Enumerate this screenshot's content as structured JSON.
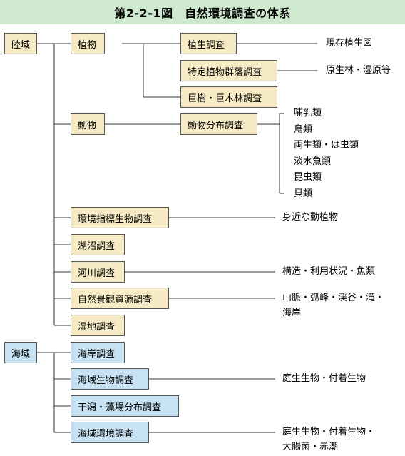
{
  "title": "第2-2-1図　自然環境調査の体系",
  "colors": {
    "title_bg": "#cfe9cf",
    "land": "#f6ebc4",
    "sea": "#c7e3f3",
    "line": "#333333"
  },
  "land": {
    "root": "陸域",
    "plants": "植物",
    "veg_survey": "植生調査",
    "veg_result": "現存植生図",
    "specific_plant": "特定植物群落調査",
    "specific_result": "原生林・湿原等",
    "giant_tree": "巨樹・巨木林調査",
    "animals": "動物",
    "animal_dist": "動物分布調査",
    "animal_items": [
      "哺乳類",
      "鳥類",
      "両生類・は虫類",
      "淡水魚類",
      "昆虫類",
      "貝類"
    ],
    "indicator": "環境指標生物調査",
    "indicator_result": "身近な動植物",
    "lake": "湖沼調査",
    "river": "河川調査",
    "river_result": "構造・利用状況・魚類",
    "landscape": "自然景観資源調査",
    "landscape_result_1": "山脈・弧峰・渓谷・滝・",
    "landscape_result_2": "海岸",
    "wetland": "湿地調査"
  },
  "sea": {
    "root": "海域",
    "coast": "海岸調査",
    "marine_bio": "海域生物調査",
    "marine_bio_result": "庭生生物・付着生物",
    "tidal": "干潟・藻場分布調査",
    "marine_env": "海域環境調査",
    "marine_env_result_1": "庭生生物・付着生物・",
    "marine_env_result_2": "大腸菌・赤潮"
  }
}
